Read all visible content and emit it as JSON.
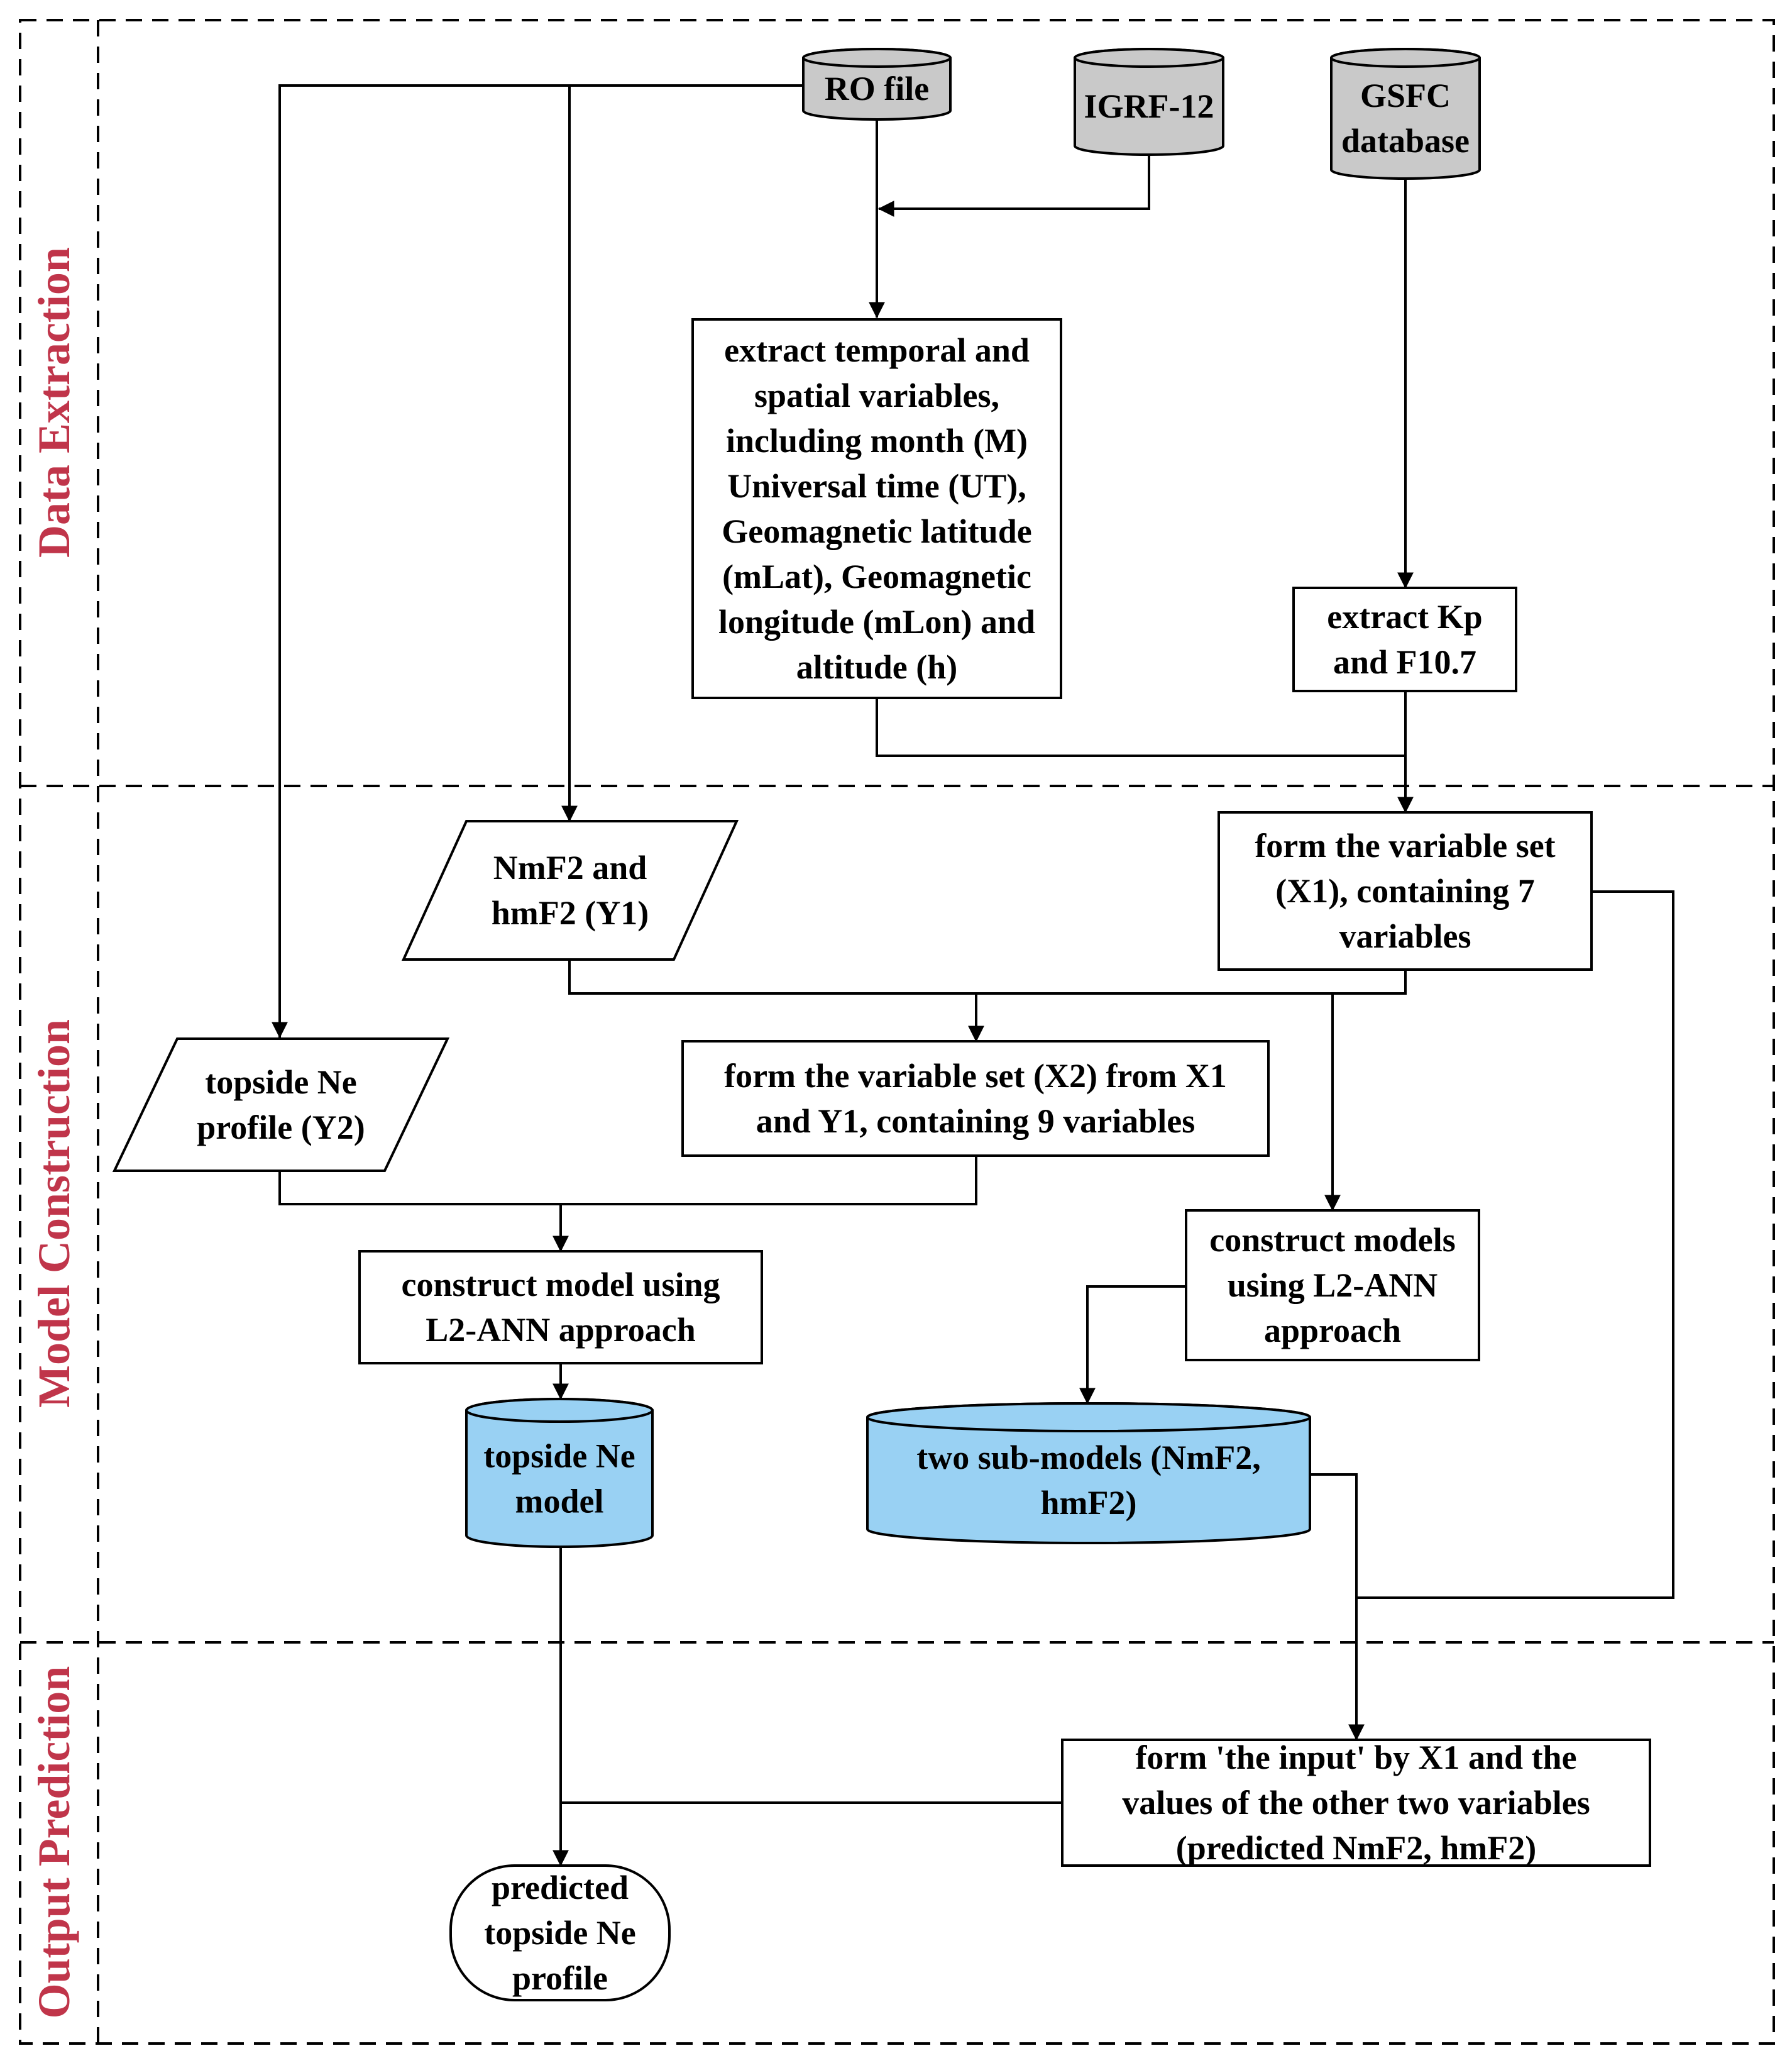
{
  "colors": {
    "lane_label": "#c0354a",
    "database_gray": "#c9c9c9",
    "model_blue": "#99d1f3",
    "box_fill": "#ffffff",
    "stroke": "#000000"
  },
  "lanes": [
    {
      "id": "lane-data-extraction",
      "label": "Data Extraction"
    },
    {
      "id": "lane-model-construction",
      "label": "Model Construction"
    },
    {
      "id": "lane-output-prediction",
      "label": "Output Prediction"
    }
  ],
  "nodes": [
    {
      "id": "ro-file",
      "shape": "database",
      "fill": "gray",
      "lines": [
        "RO file"
      ]
    },
    {
      "id": "igrf-12",
      "shape": "database",
      "fill": "gray",
      "lines": [
        "IGRF-12"
      ]
    },
    {
      "id": "gsfc-database",
      "shape": "database",
      "fill": "gray",
      "lines": [
        "GSFC",
        "database"
      ]
    },
    {
      "id": "extract-temporal-spatial",
      "shape": "process",
      "lines": [
        "extract temporal and",
        "spatial variables,",
        "including month (M)",
        "Universal time (UT),",
        "Geomagnetic latitude",
        "(mLat), Geomagnetic",
        "longitude (mLon) and",
        "altitude (h)"
      ]
    },
    {
      "id": "extract-kp-f107",
      "shape": "process",
      "lines": [
        "extract Kp",
        "and F10.7"
      ]
    },
    {
      "id": "nmf2-hmf2-y1",
      "shape": "data",
      "lines": [
        "NmF2 and",
        "hmF2 (Y1)"
      ]
    },
    {
      "id": "variable-set-x1",
      "shape": "process",
      "lines": [
        "form the variable set",
        "(X1), containing 7",
        "variables"
      ]
    },
    {
      "id": "topside-ne-profile-y2",
      "shape": "data",
      "lines": [
        "topside Ne",
        "profile (Y2)"
      ]
    },
    {
      "id": "variable-set-x2",
      "shape": "process",
      "lines": [
        "form the variable set (X2) from X1",
        "and Y1, containing 9 variables"
      ]
    },
    {
      "id": "construct-model-l2ann",
      "shape": "process",
      "lines": [
        "construct model using",
        "L2-ANN approach"
      ]
    },
    {
      "id": "construct-models-l2ann",
      "shape": "process",
      "lines": [
        "construct models",
        "using L2-ANN",
        "approach"
      ]
    },
    {
      "id": "topside-ne-model",
      "shape": "database",
      "fill": "blue",
      "lines": [
        "topside Ne",
        "model"
      ]
    },
    {
      "id": "two-sub-models",
      "shape": "database",
      "fill": "blue",
      "lines": [
        "two sub-models (NmF2,",
        "hmF2)"
      ]
    },
    {
      "id": "form-the-input",
      "shape": "process",
      "lines": [
        "form 'the input' by X1 and the",
        "values of the other two variables",
        "(predicted NmF2, hmF2)"
      ]
    },
    {
      "id": "predicted-topside-ne-profile",
      "shape": "terminal",
      "lines": [
        "predicted",
        "topside Ne",
        "profile"
      ]
    }
  ]
}
